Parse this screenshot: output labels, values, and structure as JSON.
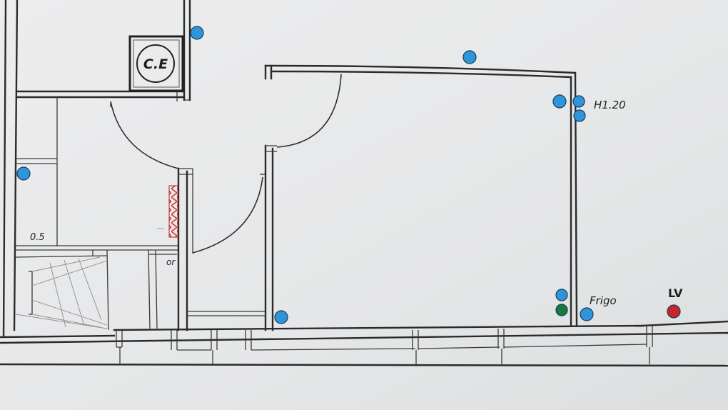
{
  "labels": {
    "meter": "C.E",
    "height": "H1.20",
    "fridge": "Frigo",
    "sink": "LV",
    "small_left": "0.5",
    "small_mid": "or"
  },
  "outlet_types": {
    "standard": "#2f95d8",
    "ground": "#177a3c",
    "special": "#c6252b"
  },
  "outlets": [
    {
      "id": "top-center",
      "type": "standard"
    },
    {
      "id": "upper-right-corner",
      "type": "standard"
    },
    {
      "id": "corridor-right",
      "type": "standard"
    },
    {
      "id": "left-room",
      "type": "standard"
    },
    {
      "id": "h120-left",
      "type": "standard"
    },
    {
      "id": "h120-upper",
      "type": "standard"
    },
    {
      "id": "h120-lower",
      "type": "standard"
    },
    {
      "id": "bottom-door",
      "type": "standard"
    },
    {
      "id": "fridge-upper",
      "type": "standard"
    },
    {
      "id": "fridge-ground",
      "type": "ground"
    },
    {
      "id": "fridge",
      "type": "standard"
    },
    {
      "id": "sink",
      "type": "special"
    }
  ]
}
